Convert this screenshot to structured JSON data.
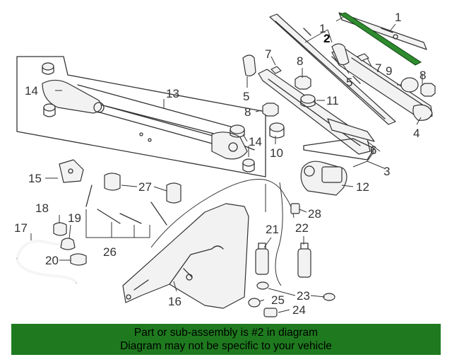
{
  "callouts": {
    "c1a": "1",
    "c1b": "1",
    "c2": "2",
    "c3": "3",
    "c4": "4",
    "c5a": "5",
    "c5b": "5",
    "c6": "6",
    "c7a": "7",
    "c7b": "7",
    "c8a": "8",
    "c8b": "8",
    "c8c": "8",
    "c9": "9",
    "c10": "10",
    "c11": "11",
    "c12": "12",
    "c13": "13",
    "c14a": "14",
    "c14b": "14",
    "c15": "15",
    "c16": "16",
    "c17": "17",
    "c18": "18",
    "c19": "19",
    "c20": "20",
    "c21": "21",
    "c22": "22",
    "c23": "23",
    "c24": "24",
    "c25": "25",
    "c26": "26",
    "c27": "27",
    "c28": "28"
  },
  "highlight": {
    "part": "2",
    "color": "#2e8b2e"
  },
  "banner": {
    "line1": "Part or sub-assembly is #2 in diagram",
    "line2": "Diagram may not be specific to your vehicle",
    "color": "#1f7a1f"
  }
}
